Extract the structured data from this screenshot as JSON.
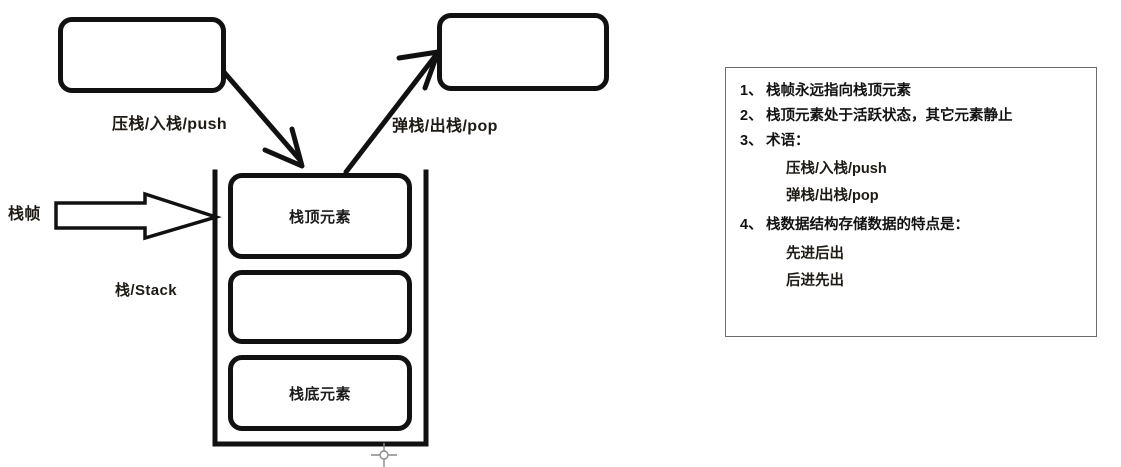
{
  "diagram": {
    "title_hidden": "",
    "boxes": {
      "push_source": {
        "label": ""
      },
      "pop_target": {
        "label": ""
      }
    },
    "stack": {
      "container_label": "栈/Stack",
      "frame_label": "栈帧",
      "cells": [
        {
          "label": "栈顶元素"
        },
        {
          "label": ""
        },
        {
          "label": "栈底元素"
        }
      ]
    },
    "arrows": {
      "push_label": "压栈/入栈/push",
      "pop_label": "弹栈/出栈/pop",
      "frame_pointer_icon": "block-arrow-right-icon",
      "push_arrow_icon": "arrow-down-right-icon",
      "pop_arrow_icon": "arrow-up-right-icon",
      "anchor_icon": "crosshair-anchor-icon"
    }
  },
  "notes": {
    "items": [
      {
        "num": "1、",
        "text": "栈帧永远指向栈顶元素",
        "subs": []
      },
      {
        "num": "2、",
        "text": "栈顶元素处于活跃状态，其它元素静止",
        "subs": []
      },
      {
        "num": "3、",
        "text": "术语：",
        "subs": [
          "压栈/入栈/push",
          "弹栈/出栈/pop"
        ]
      },
      {
        "num": "4、",
        "text": "栈数据结构存储数据的特点是：",
        "subs": [
          "先进后出",
          "后进先出"
        ]
      }
    ]
  },
  "colors": {
    "stroke": "#111111",
    "text": "#1e1b16",
    "panel_border": "#6b6b6b",
    "background": "#ffffff"
  }
}
